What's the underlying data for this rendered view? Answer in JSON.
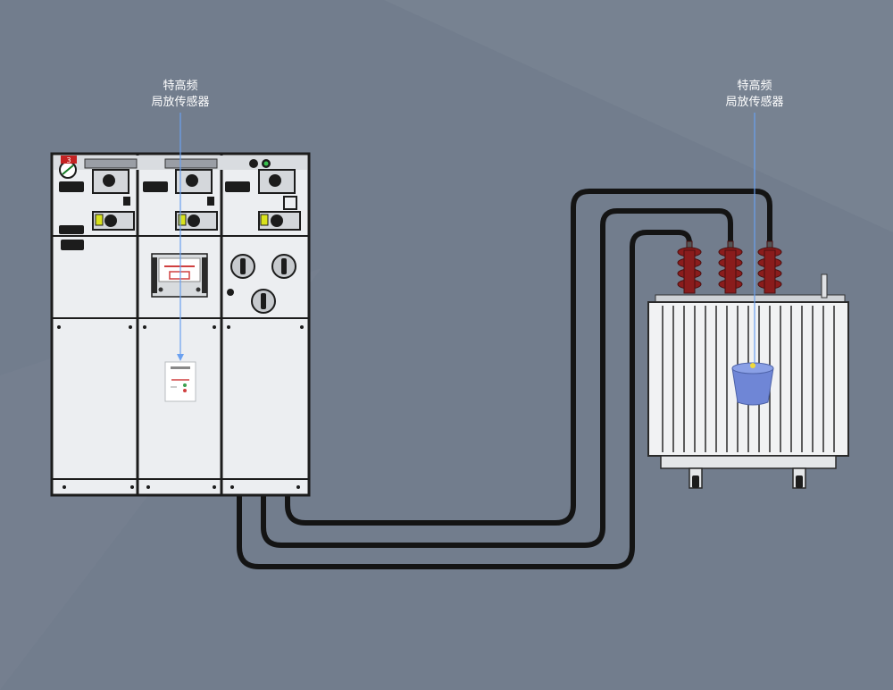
{
  "labels": {
    "left_sensor": {
      "line1": "特高频",
      "line2": "局放传感器"
    },
    "right_sensor": {
      "line1": "特高频",
      "line2": "局放传感器"
    }
  },
  "cabinet_badge": "3",
  "colors": {
    "background": "#727d8d",
    "cabinet": "#e9ebee",
    "cable": "#141414",
    "bushing": "#8a1c1c",
    "sensor": "#6f86d6",
    "leader_line": "#6aa0f0"
  }
}
